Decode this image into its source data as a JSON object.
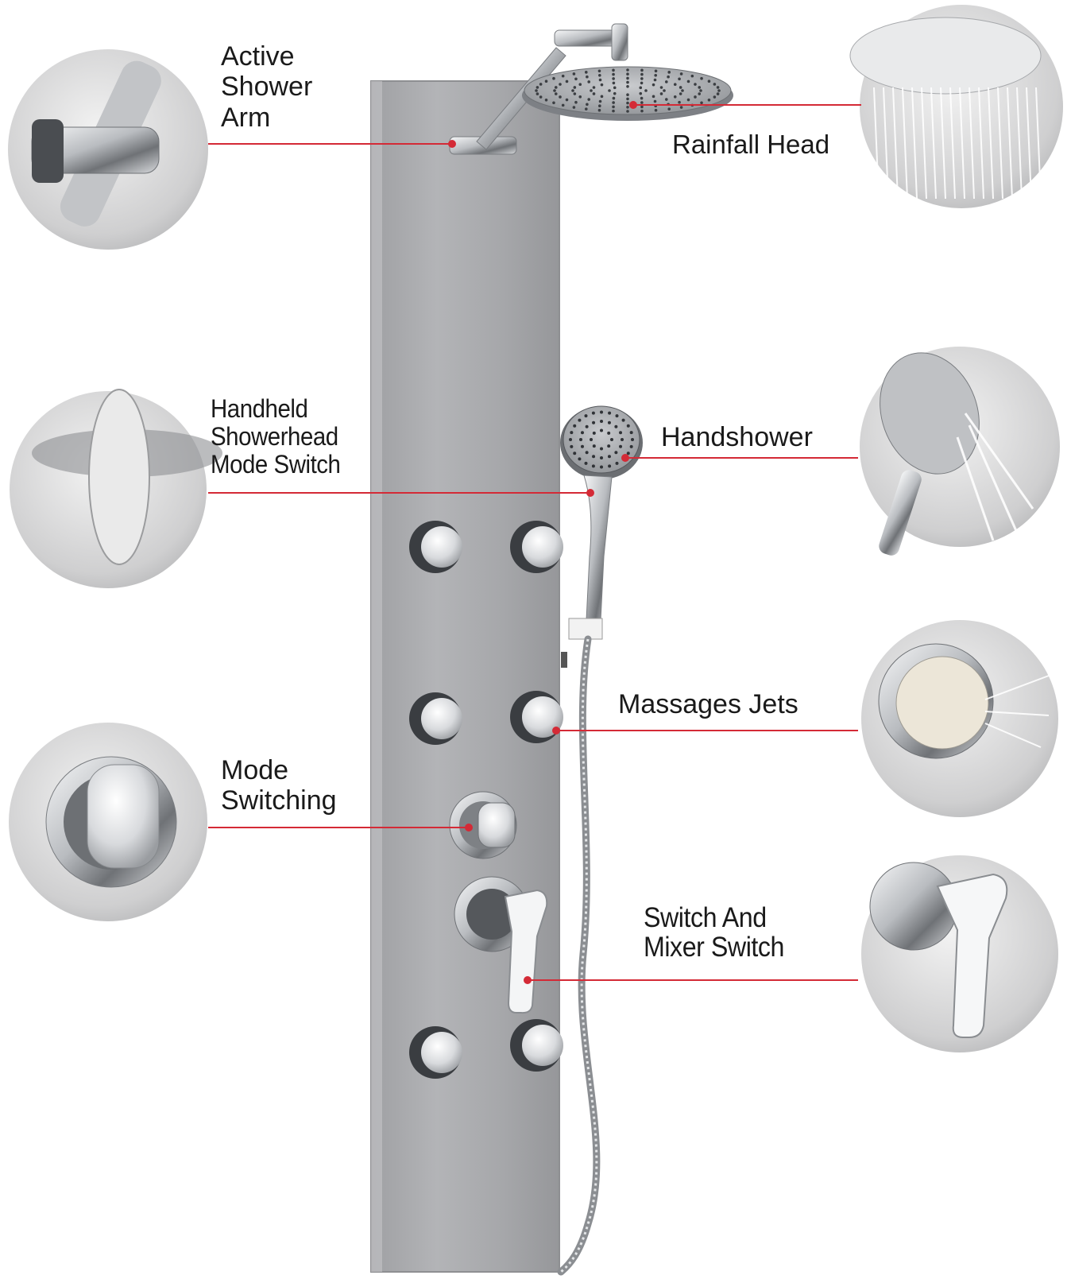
{
  "labels": {
    "active_arm": [
      "Active",
      "Shower",
      "Arm"
    ],
    "rainfall_head": "Rainfall Head",
    "handheld_mode": [
      "Handheld",
      "Showerhead",
      "Mode Switch"
    ],
    "handshower": "Handshower",
    "massage_jets": "Massages Jets",
    "mode_switching": [
      "Mode",
      "Switching"
    ],
    "mixer_switch": [
      "Switch And",
      "Mixer Switch"
    ]
  },
  "colors": {
    "callout": "#d42a36",
    "panel": "#a9aaad",
    "panel_edge": "#8e8f92",
    "chrome": "#d7d9dc",
    "text": "#1a1a1a"
  },
  "counts": {
    "massage_jets": 6
  }
}
